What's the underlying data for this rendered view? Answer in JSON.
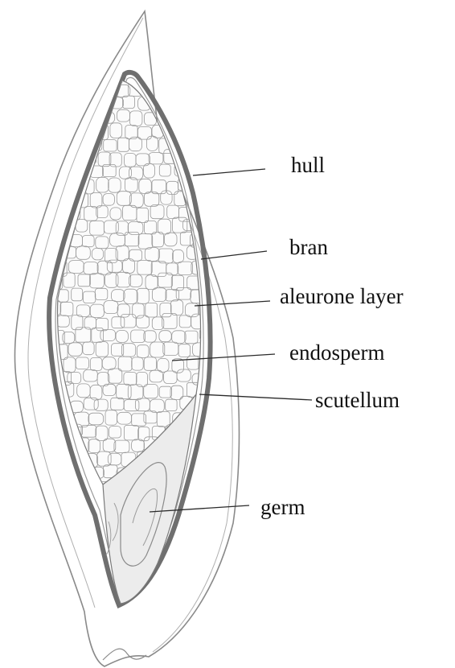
{
  "labels": {
    "hull": "hull",
    "bran": "bran",
    "aleurone": "aleurone layer",
    "endosperm": "endosperm",
    "scutellum": "scutellum",
    "germ": "germ"
  },
  "colors": {
    "background": "#ffffff",
    "ink": "#2a2a2a",
    "bran_band": "#6f6f6f",
    "hull_line": "#888888",
    "germ_fill": "#e9e9e9",
    "cell_line": "#9a9a9a"
  }
}
